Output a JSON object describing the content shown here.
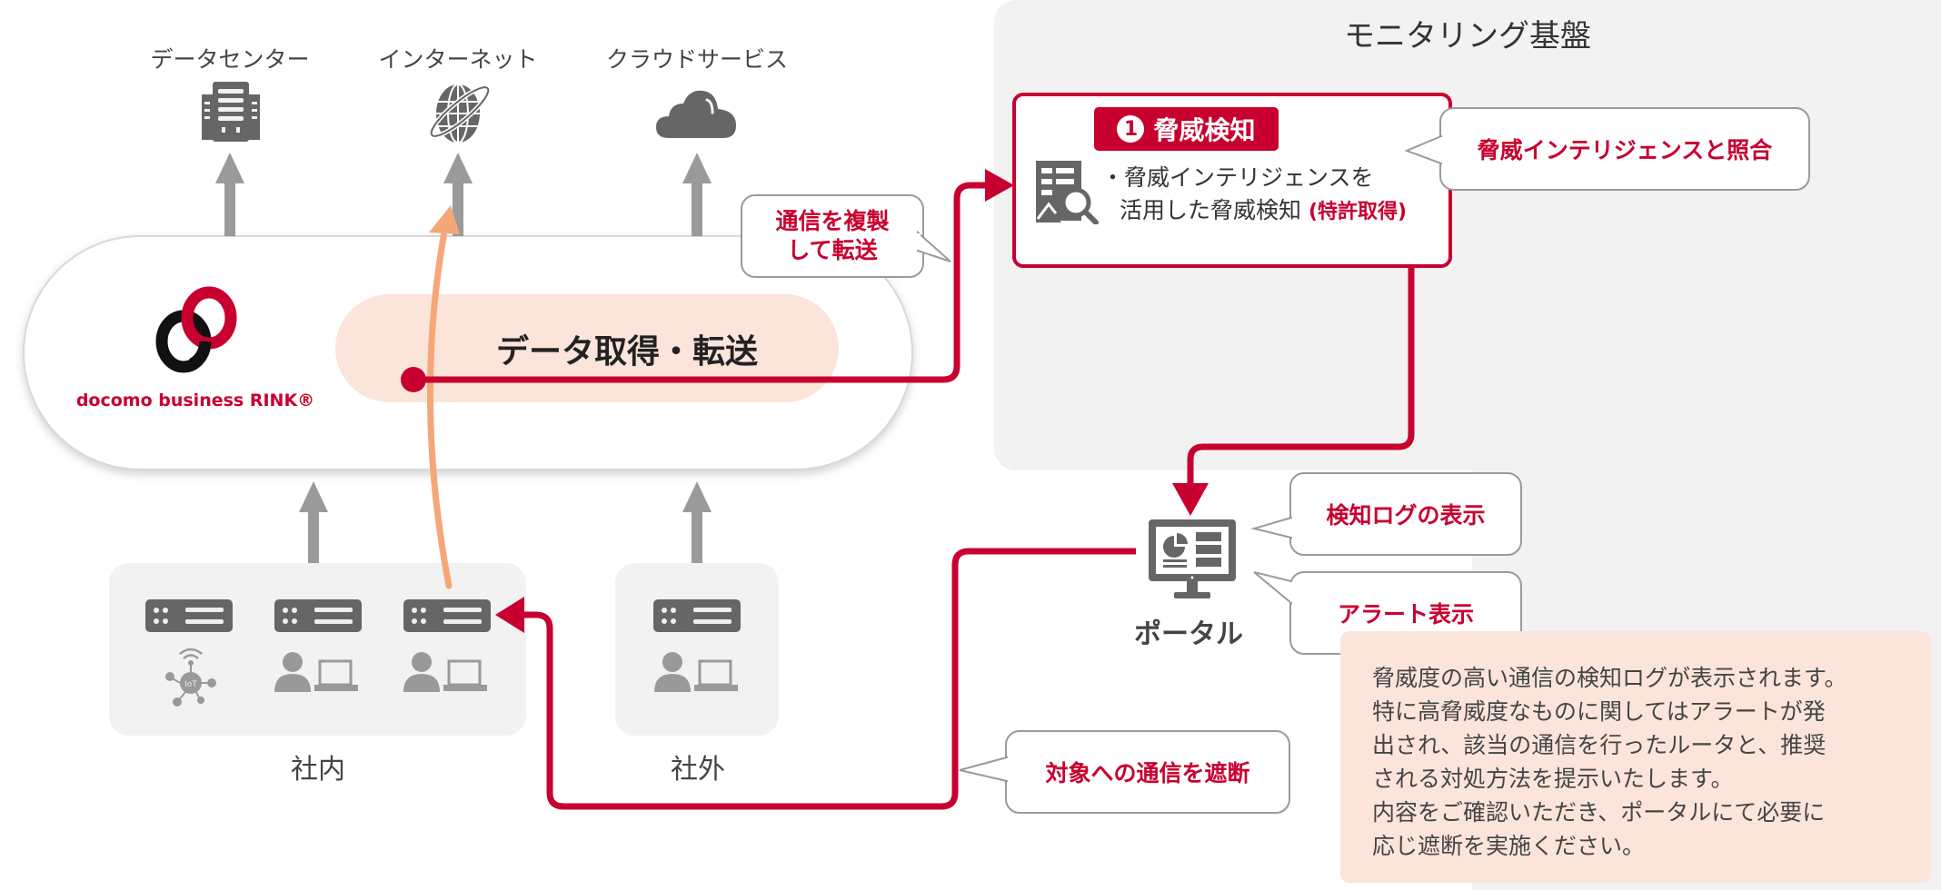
{
  "monitoring": {
    "title": "モニタリング基盤"
  },
  "destinations": [
    {
      "label": "データセンター",
      "icon": "building-icon"
    },
    {
      "label": "インターネット",
      "icon": "globe-icon"
    },
    {
      "label": "クラウドサービス",
      "icon": "cloud-icon"
    }
  ],
  "network": {
    "brand": "docomo business RINK®",
    "function_label": "データ取得・転送"
  },
  "sources": [
    {
      "label": "社内",
      "devices": [
        "router+IoT",
        "router+user-pc",
        "router+user-pc"
      ]
    },
    {
      "label": "社外",
      "devices": [
        "router+user-pc"
      ]
    }
  ],
  "threat_detection": {
    "badge_number": "1",
    "badge_label": "脅威検知",
    "line1": "・脅威インテリジェンスを",
    "line2": "活用した脅威検知",
    "patent": "(特許取得)"
  },
  "callouts": {
    "copy_forward": [
      "通信を複製",
      "して転送"
    ],
    "intel_match": "脅威インテリジェンスと照合",
    "log_display": "検知ログの表示",
    "alert_display": "アラート表示",
    "block": "対象への通信を遮断"
  },
  "portal": {
    "label": "ポータル"
  },
  "note": {
    "lines": [
      "脅威度の高い通信の検知ログが表示されます。",
      "特に高脅威度なものに関してはアラートが発",
      "出され、該当の通信を行ったルータと、推奨",
      "される対処方法を提示いたします。",
      "内容をご確認いただき、ポータルにて必要に",
      "応じ遮断を実施ください。"
    ]
  },
  "colors": {
    "accent_red": "#c8002f",
    "orange_flow": "#f5a77a",
    "panel_gray": "#f2f2f2",
    "highlight_pink": "#fbe5da",
    "icon_gray": "#666666",
    "arrow_gray": "#9a9a9a"
  }
}
